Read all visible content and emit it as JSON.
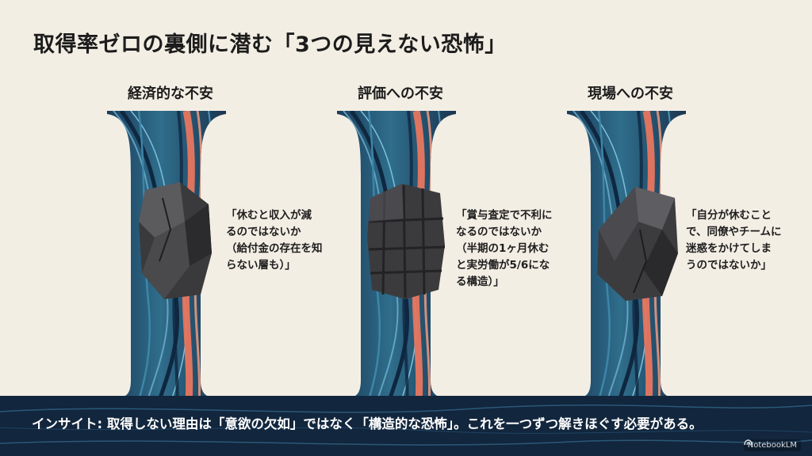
{
  "title": "取得率ゼロの裏側に潜む「3つの見えない恐怖」",
  "panels": [
    {
      "title": "経済的な不安",
      "quote": "「休むと収入が減\nるのではないか\n（給付金の存在を知\nらない層も）」"
    },
    {
      "title": "評価への不安",
      "quote": "「賞与査定で不利に\nなるのではないか\n（半期の1ヶ月休む\nと実労働が5/6にな\nる構造）」"
    },
    {
      "title": "現場への不安",
      "quote": "「自分が休むこと\nで、同僚やチームに\n迷惑をかけてしま\nうのではないか」"
    }
  ],
  "insight": "インサイト: 取得しない理由は「意欲の欠如」ではなく「構造的な恐怖」。これを一つずつ解きほぐす必要がある。",
  "badge": "NotebookLM",
  "icons": {
    "badge": "notebooklm-icon",
    "blocker1": "rock-block-icon",
    "blocker2": "stone-grid-block-icon",
    "blocker3": "rock-shard-block-icon"
  },
  "colors": {
    "navy": "#12263d",
    "teal": "#2f6e8c",
    "coral": "#e8765e",
    "background": "#f3eee4"
  }
}
